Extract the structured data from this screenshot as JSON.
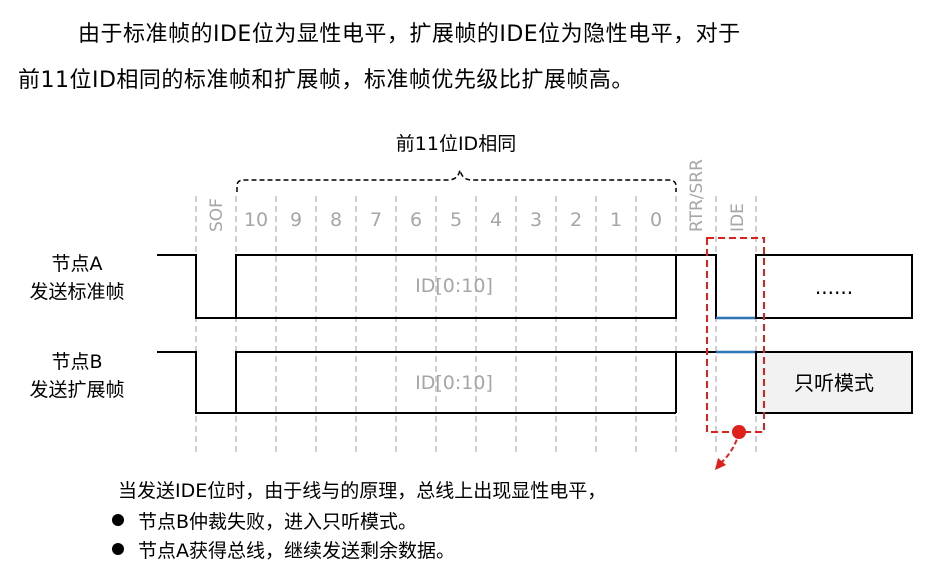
{
  "paragraph": {
    "line1": "由于标准帧的IDE位为显性电平，扩展帧的IDE位为隐性电平，对于",
    "line2": "前11位ID相同的标准帧和扩展帧，标准帧优先级比扩展帧高。"
  },
  "diagram": {
    "brace_label": "前11位ID相同",
    "sof_label": "SOF",
    "id_bits": [
      "10",
      "9",
      "8",
      "7",
      "6",
      "5",
      "4",
      "3",
      "2",
      "1",
      "0"
    ],
    "rtr_label": "RTR/SRR",
    "ide_label": "IDE",
    "field_label_a": "ID[0:10]",
    "field_label_b": "ID[0:10]",
    "ellipsis": "......",
    "listen_mode": "只听模式"
  },
  "nodes": {
    "a_line1": "节点A",
    "a_line2": "发送标准帧",
    "b_line1": "节点B",
    "b_line2": "发送扩展帧"
  },
  "notes": {
    "intro": "当发送IDE位时，由于线与的原理，总线上出现显性电平，",
    "bullet1": "节点B仲裁失败，进入只听模式。",
    "bullet2": "节点A获得总线，继续发送剩余数据。"
  },
  "colors": {
    "signal": "#000000",
    "gridline": "#bfbfbf",
    "label_gray": "#a6a6a6",
    "highlight_red": "#e0201b",
    "dominant_blue": "#2e75b6",
    "listen_fill": "#f2f2f2"
  }
}
